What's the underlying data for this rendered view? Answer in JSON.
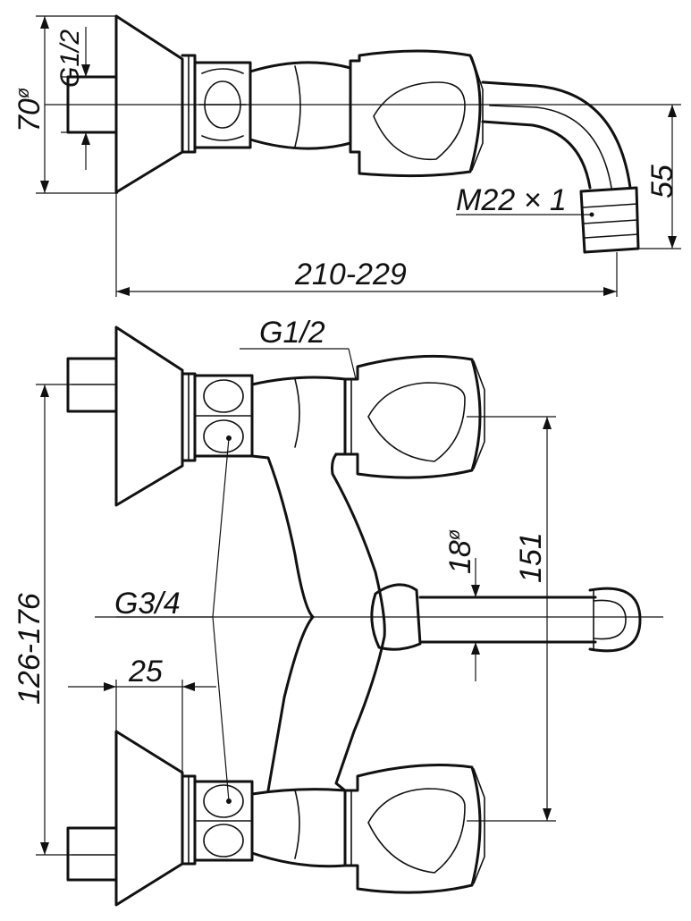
{
  "side_view": {
    "height_label": "70",
    "diameter_symbol": "ø",
    "inlet_label": "G1/2",
    "outlet_label": "M22 × 1",
    "spout_drop_label": "55",
    "length_label": "210-229"
  },
  "front_view": {
    "inlet_label": "G1/2",
    "body_label": "G3/4",
    "depth_label": "25",
    "center_distance_label": "126-176",
    "spout_diameter_label": "18",
    "diameter_symbol": "ø",
    "handle_spacing_label": "151"
  }
}
